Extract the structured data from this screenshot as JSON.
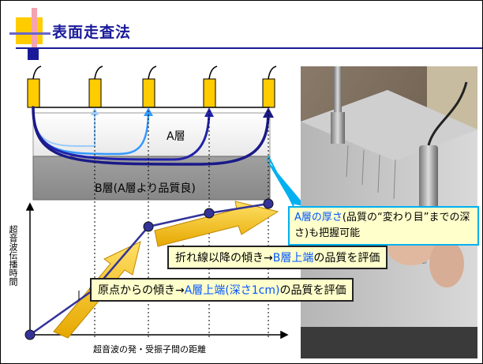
{
  "slide": {
    "title": "表面走査法",
    "layer_a_label": "A層",
    "layer_b_label": "B層(A層より品質良)",
    "callout": {
      "part1": "A層の厚さ",
      "part2": "(品質の“変わり目”までの深さ)も把握可能"
    },
    "label_upper": {
      "part1": "折れ線以降の傾き→",
      "part2": "B層上端",
      "part3": "の品質を評価"
    },
    "label_lower": {
      "part1": "原点からの傾き→",
      "part2": "A層上端(深さ1cm)",
      "part3": "の品質を評価"
    },
    "y_axis_label": "超音波伝播時間",
    "x_axis_label": "超音波の発・受振子間の距離",
    "photo_description": "concrete-block-with-ultrasonic-probes"
  },
  "colors": {
    "title": "#1a1a99",
    "arrow_fill": "#ffcc00",
    "line": "#333399",
    "highlight_text": "#0055ff",
    "callout_border": "#00b0f0"
  }
}
